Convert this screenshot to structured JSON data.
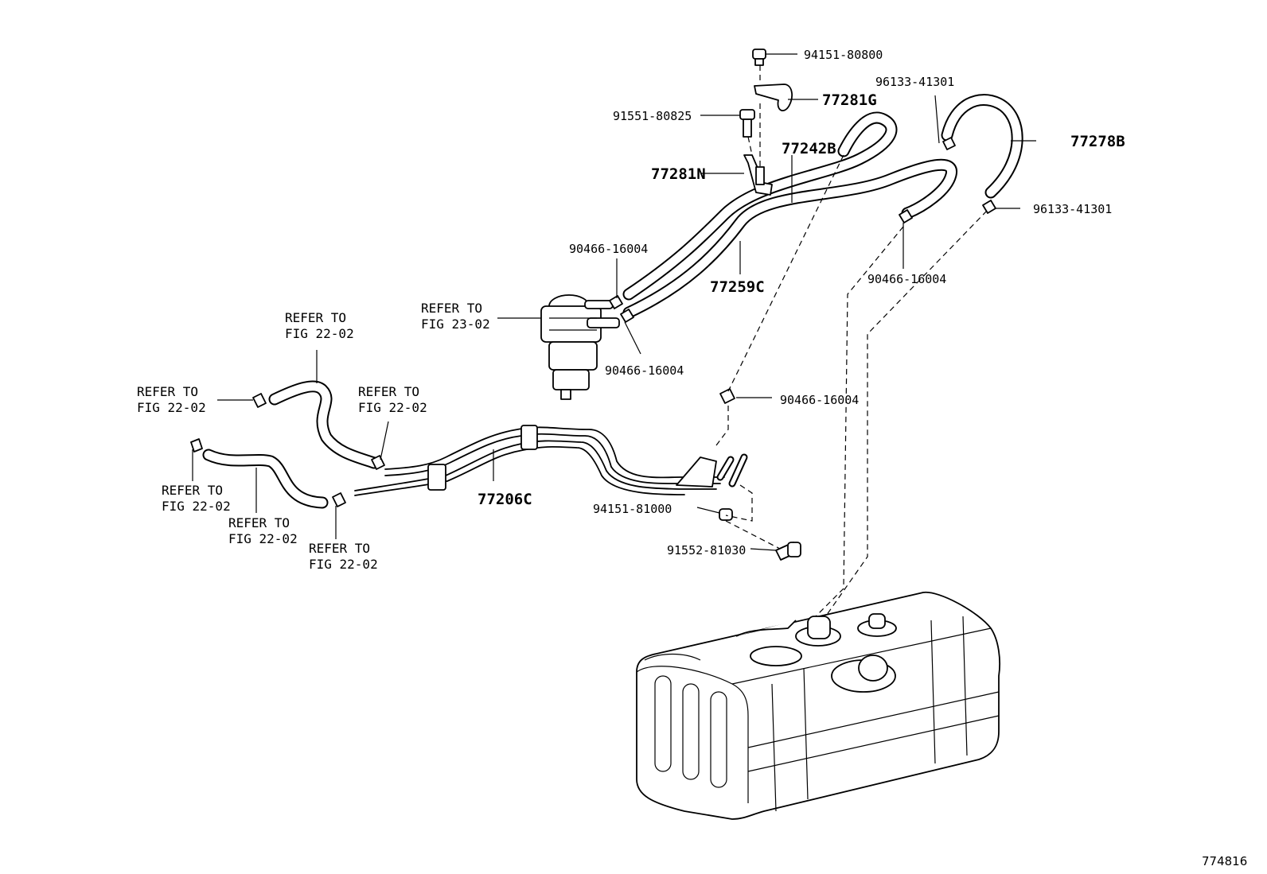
{
  "labels": {
    "p94151_80800": "94151-80800",
    "p77281G": "77281G",
    "p96133_41301_top": "96133-41301",
    "p91551_80825": "91551-80825",
    "p77242B": "77242B",
    "p77278B": "77278B",
    "p77281N": "77281N",
    "p96133_41301_right": "96133-41301",
    "p90466_16004_a": "90466-16004",
    "p90466_16004_b": "90466-16004",
    "p77259C": "77259C",
    "p90466_16004_c": "90466-16004",
    "p90466_16004_d": "90466-16004",
    "p77206C": "77206C",
    "p94151_81000": "94151-81000",
    "p91552_81030": "91552-81030"
  },
  "refs": {
    "ref_fig23": [
      "REFER TO",
      "FIG 23-02"
    ],
    "ref_a": [
      "REFER TO",
      "FIG 22-02"
    ],
    "ref_b": [
      "REFER TO",
      "FIG 22-02"
    ],
    "ref_c": [
      "REFER TO",
      "FIG 22-02"
    ],
    "ref_d": [
      "REFER TO",
      "FIG 22-02"
    ],
    "ref_e": [
      "REFER TO",
      "FIG 22-02"
    ],
    "ref_f": [
      "REFER TO",
      "FIG 22-02"
    ]
  },
  "diagram_id": "774816"
}
